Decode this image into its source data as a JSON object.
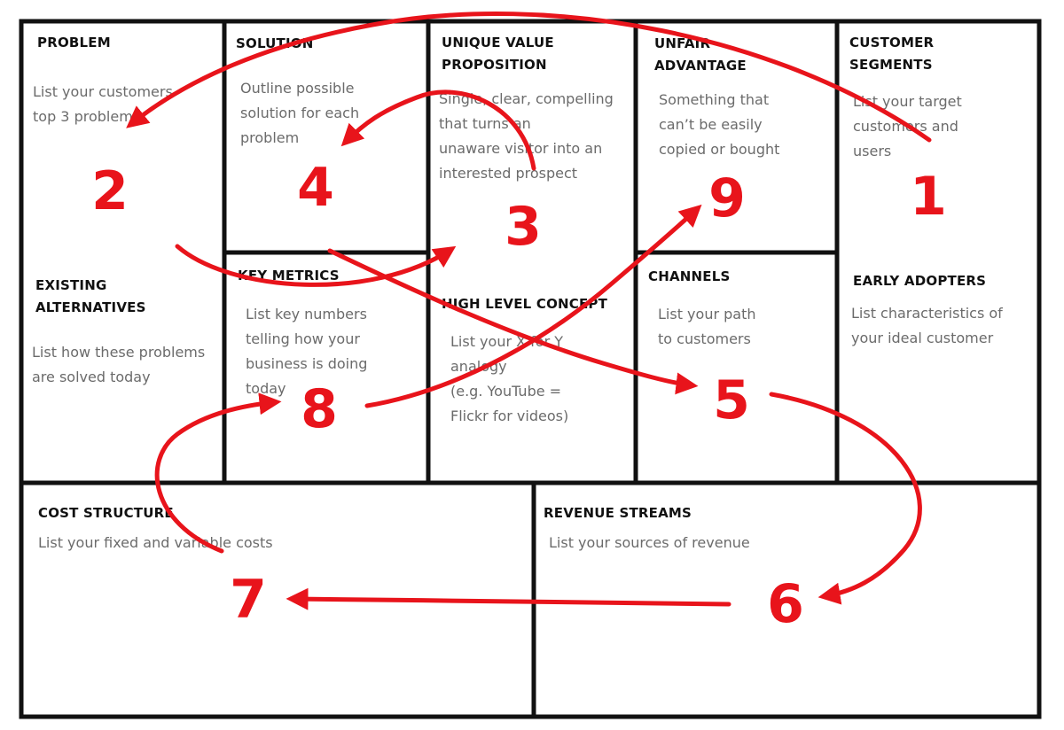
{
  "colors": {
    "lines": "#111111",
    "title_text": "#111111",
    "description_text": "#6b6b6b",
    "annotation": "#e8141b"
  },
  "canvas": {
    "cells": {
      "problem": {
        "title": "PROBLEM",
        "description": "List your customers\ntop 3 problems"
      },
      "existing_alternatives": {
        "title": "EXISTING\nALTERNATIVES",
        "description": "List how these problems\nare solved today"
      },
      "solution": {
        "title": "SOLUTION",
        "description": "Outline possible\nsolution for each\nproblem"
      },
      "key_metrics": {
        "title": "KEY METRICS",
        "description": "List key numbers\ntelling how your\nbusiness is doing\ntoday"
      },
      "unique_value_proposition": {
        "title": "UNIQUE VALUE\nPROPOSITION",
        "description": "Single, clear, compelling\nthat turns an\nunaware visitor into an\ninterested prospect"
      },
      "high_level_concept": {
        "title": "HIGH LEVEL CONCEPT",
        "description": "List your X for Y\nanalogy\n(e.g. YouTube =\nFlickr for videos)"
      },
      "unfair_advantage": {
        "title": "UNFAIR\nADVANTAGE",
        "description": "Something that\ncan’t be easily\ncopied or bought"
      },
      "channels": {
        "title": "CHANNELS",
        "description": "List your path\nto customers"
      },
      "customer_segments": {
        "title": "CUSTOMER\nSEGMENTS",
        "description": "List your target\ncustomers and\nusers"
      },
      "early_adopters": {
        "title": "EARLY ADOPTERS",
        "description": "List characteristics of\nyour ideal customer"
      },
      "cost_structure": {
        "title": "COST STRUCTURE",
        "description": "List your fixed and variable costs"
      },
      "revenue_streams": {
        "title": "REVENUE STREAMS",
        "description": "List your sources of revenue"
      }
    }
  },
  "sequence": {
    "step_1": "1",
    "step_2": "2",
    "step_3": "3",
    "step_4": "4",
    "step_5": "5",
    "step_6": "6",
    "step_7": "7",
    "step_8": "8",
    "step_9": "9"
  }
}
